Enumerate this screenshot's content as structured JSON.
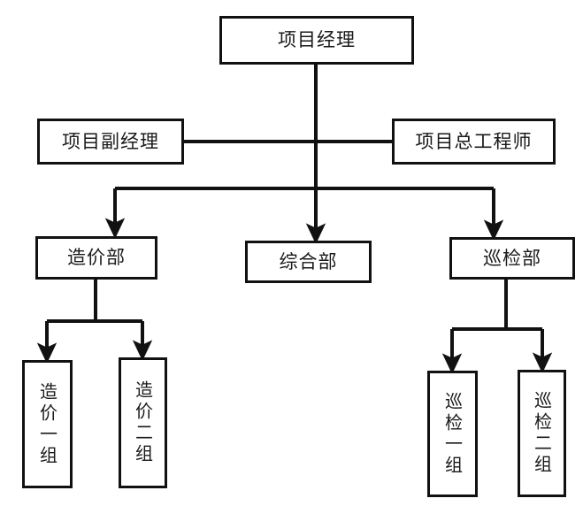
{
  "diagram": {
    "type": "organization-chart",
    "title_text": "",
    "background_color": "#ffffff",
    "line_color": "#111111",
    "box_border_color": "#111111",
    "box_fill_color": "#ffffff",
    "text_color": "#1a1a1a",
    "nodes": {
      "project_manager": "项目经理",
      "deputy_project_manager": "项目副经理",
      "chief_engineer": "项目总工程师",
      "cost_department": "造价部",
      "general_department": "综合部",
      "inspection_department": "巡检部",
      "cost_group_1": "造价一组",
      "cost_group_2": "造价二组",
      "inspection_group_1": "巡检一组",
      "inspection_group_2": "巡检二组"
    },
    "connections": [
      {
        "from": "project_manager",
        "to": "general_department",
        "style": "arrow"
      },
      {
        "from": "project_manager",
        "to": "cost_department",
        "style": "arrow"
      },
      {
        "from": "project_manager",
        "to": "inspection_department",
        "style": "arrow"
      },
      {
        "from": "deputy_project_manager",
        "to": "chief_engineer",
        "style": "line"
      },
      {
        "from": "cost_department",
        "to": "cost_group_1",
        "style": "arrow"
      },
      {
        "from": "cost_department",
        "to": "cost_group_2",
        "style": "arrow"
      },
      {
        "from": "inspection_department",
        "to": "inspection_group_1",
        "style": "arrow"
      },
      {
        "from": "inspection_department",
        "to": "inspection_group_2",
        "style": "arrow"
      }
    ]
  }
}
